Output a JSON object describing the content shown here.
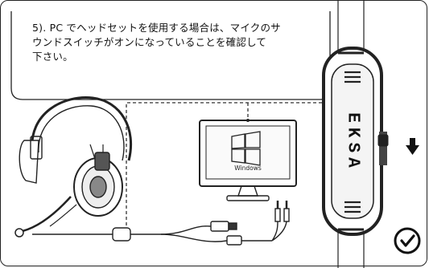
{
  "instruction": {
    "line1": "5). PC でヘッドセットを使用する場合は、マイクのサ",
    "line2": "ウンドスイッチがオンになっていることを確認して",
    "line3": "下さい。"
  },
  "monitor": {
    "os_label": "Windows"
  },
  "remote": {
    "brand_text": "EKSA"
  },
  "icons": {
    "check": "check-circle-icon",
    "arrow": "arrow-down-icon",
    "mic": "microphone-icon"
  }
}
